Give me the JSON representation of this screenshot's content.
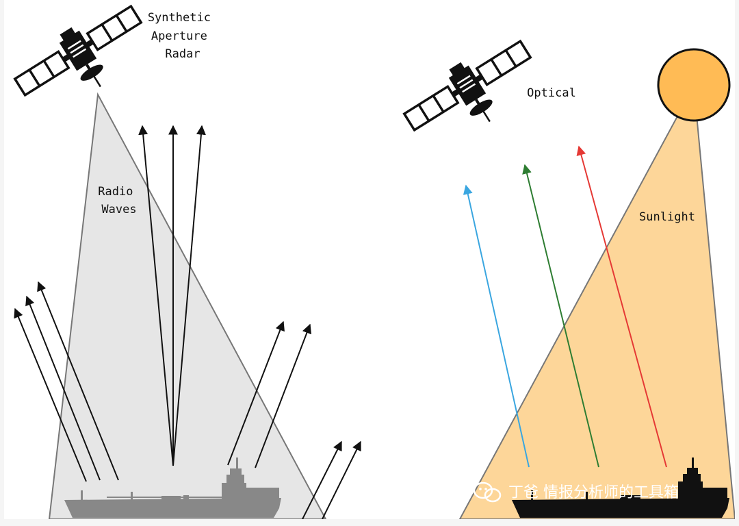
{
  "sar": {
    "title_lines": [
      "Synthetic",
      "Aperture",
      "Radar"
    ],
    "beam_label_lines": [
      "Radio",
      "Waves"
    ]
  },
  "optical": {
    "title": "Optical",
    "beam_label": "Sunlight",
    "ray_colors": [
      "#3aa6e0",
      "#2e7d32",
      "#e53935"
    ]
  },
  "colors": {
    "radar_beam": "#e6e6e6",
    "sun_fill": "#ffbb55",
    "sun_beam": "#fdd699",
    "radar_ship": "#888888",
    "optical_ship": "#111111"
  },
  "watermark": {
    "text": "丁爸 情报分析师的工具箱",
    "icon": "wechat-icon"
  }
}
